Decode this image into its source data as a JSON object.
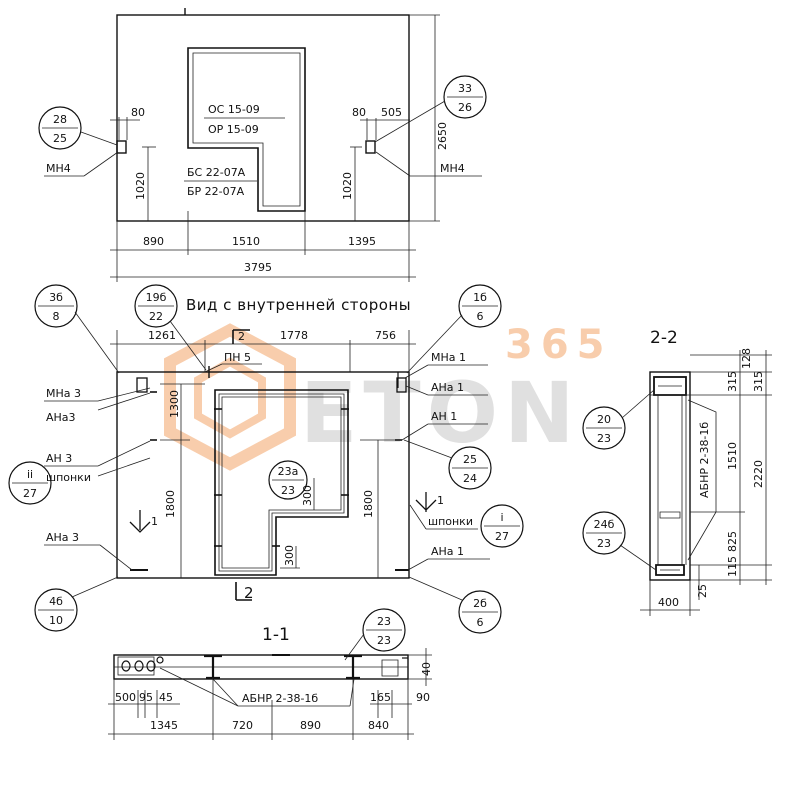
{
  "watermark": {
    "number": "365",
    "word": "ETON",
    "color_orange": "#f3a66a",
    "color_gray": "#c8c8c8"
  },
  "top": {
    "opening_label_1": "ОС 15-09",
    "opening_label_2": "ОР 15-09",
    "door_label_1": "БС 22-07А",
    "door_label_2": "БР 22-07А",
    "left_node": {
      "top": "28",
      "bottom": "25"
    },
    "right_node": {
      "top": "33",
      "bottom": "26"
    },
    "left_part": "МН4",
    "right_part": "МН4",
    "d_80_left": "80",
    "d_80_right": "80",
    "d_505": "505",
    "d_1020_left": "1020",
    "d_1020_right": "1020",
    "d_2650": "2650",
    "d_890": "890",
    "d_1510": "1510",
    "d_1395": "1395",
    "d_3795": "3795"
  },
  "middle": {
    "title": "Вид с внутренней стороны",
    "d_1261": "1261",
    "d_1778": "1778",
    "d_756": "756",
    "d_1300": "1300",
    "d_1800_left": "1800",
    "d_1800_right": "1800",
    "d_300_a": "300",
    "d_300_b": "300",
    "pn5": "ПН 5",
    "cut_mark_top": "2",
    "cut_mark_bottom": "2",
    "cut_1_left": "1",
    "cut_1_right": "1",
    "node_3b": {
      "top": "3б",
      "bottom": "8"
    },
    "node_19b": {
      "top": "19б",
      "bottom": "22"
    },
    "node_1b": {
      "top": "1б",
      "bottom": "6"
    },
    "node_11": {
      "top": "ii",
      "bottom": "27"
    },
    "node_23a": {
      "top": "23а",
      "bottom": "23"
    },
    "node_25": {
      "top": "25",
      "bottom": "24"
    },
    "node_i": {
      "top": "i",
      "bottom": "27"
    },
    "node_4b": {
      "top": "4б",
      "bottom": "10"
    },
    "node_2b": {
      "top": "2б",
      "bottom": "6"
    },
    "mna3": "МНа 3",
    "ana3_top": "АНа3",
    "an3": "АН 3",
    "shponki_left": "шпонки",
    "ana3_bottom": "АНа 3",
    "mna1": "МНа 1",
    "ana1_top": "АНа 1",
    "an1": "АН 1",
    "shponki_right": "шпонки",
    "ana1_bottom": "АНа 1"
  },
  "section11": {
    "title": "1-1",
    "node_23": {
      "top": "23",
      "bottom": "23"
    },
    "abnr": "АБНР 2-38-1б",
    "d_40": "40",
    "d_500": "500",
    "d_95": "95",
    "d_45": "45",
    "d_165": "165",
    "d_90": "90",
    "d_1345": "1345",
    "d_720": "720",
    "d_890": "890",
    "d_840": "840"
  },
  "section22": {
    "title": "2-2",
    "node_20": {
      "top": "20",
      "bottom": "23"
    },
    "node_24b": {
      "top": "24б",
      "bottom": "23"
    },
    "abnr": "АБНР 2-38-1б",
    "d_128": "128",
    "d_315_a": "315",
    "d_315_b": "315",
    "d_1510": "1510",
    "d_2220": "2220",
    "d_825": "825",
    "d_115": "115",
    "d_25": "25",
    "d_400": "400"
  }
}
